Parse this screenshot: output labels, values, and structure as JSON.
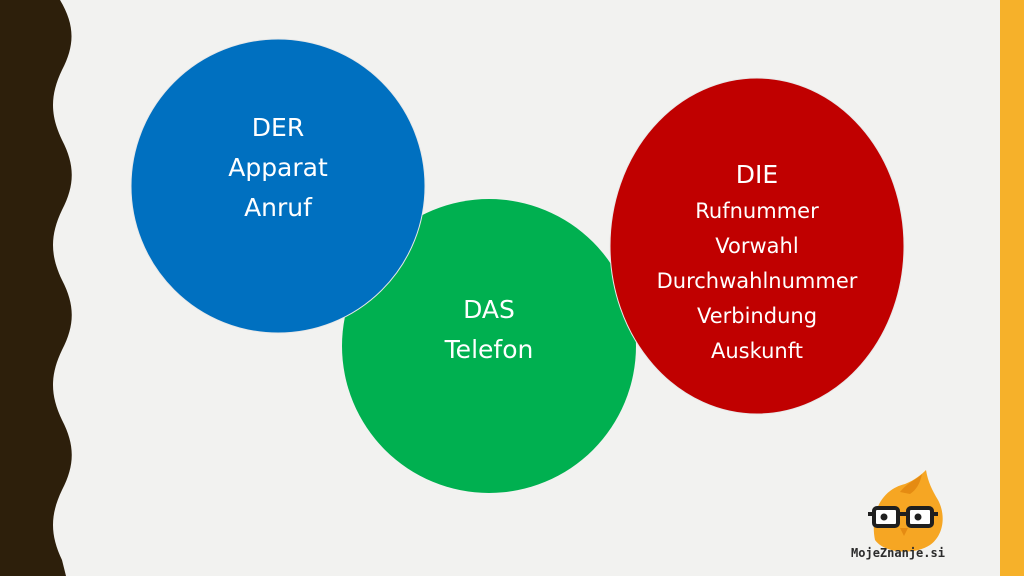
{
  "colors": {
    "background": "#f2f2f0",
    "left_band": "#2d1f0b",
    "right_bar": "#f6b12a",
    "der": "#0070c0",
    "das": "#00b050",
    "die": "#c00000",
    "text": "#ffffff"
  },
  "der": {
    "heading": "DER",
    "items": [
      "Apparat",
      "Anruf"
    ]
  },
  "das": {
    "heading": "DAS",
    "items": [
      "Telefon"
    ]
  },
  "die": {
    "heading": "DIE",
    "items": [
      "Rufnummer",
      "Vorwahl",
      "Durchwahlnummer",
      "Verbindung",
      "Auskunft"
    ]
  },
  "logo": {
    "icon": "owl-glasses-icon",
    "text": "MojeZnanje.si"
  }
}
